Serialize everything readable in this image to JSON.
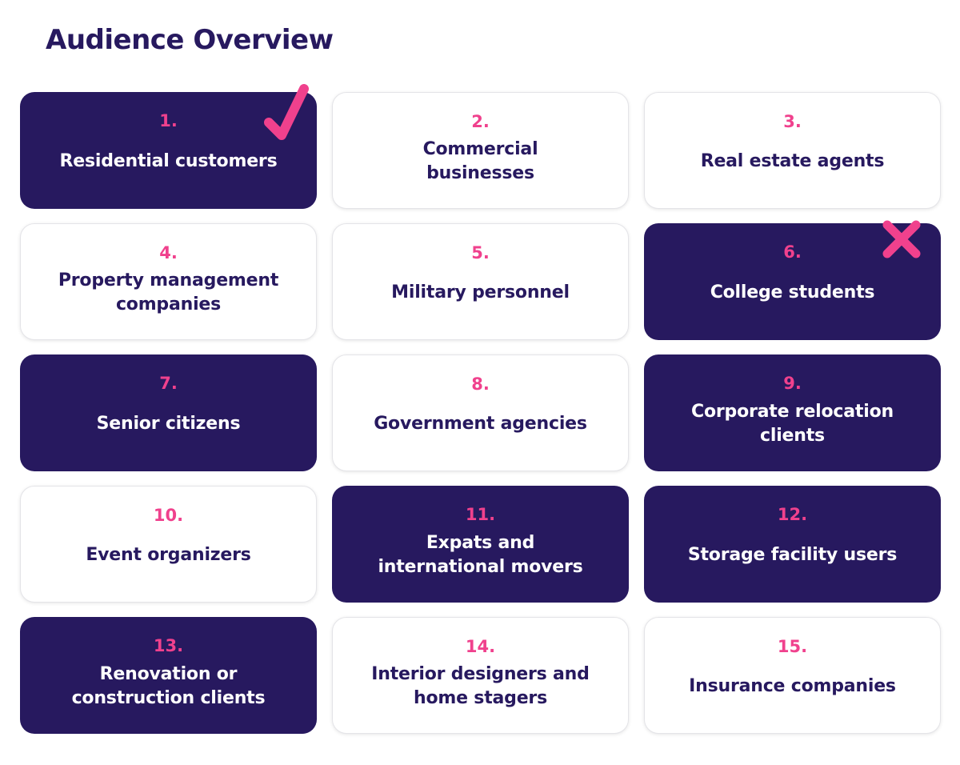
{
  "title": "Audience Overview",
  "colors": {
    "dark_card": "#27195f",
    "light_card": "#ffffff",
    "accent": "#f0418d",
    "title": "#27195f"
  },
  "cards": [
    {
      "number": "1.",
      "label": "Residential customers",
      "theme": "dark",
      "mark": "check-icon"
    },
    {
      "number": "2.",
      "label": "Commercial\nbusinesses",
      "theme": "light"
    },
    {
      "number": "3.",
      "label": "Real estate agents",
      "theme": "light"
    },
    {
      "number": "4.",
      "label": "Property management\ncompanies",
      "theme": "light"
    },
    {
      "number": "5.",
      "label": "Military personnel",
      "theme": "light"
    },
    {
      "number": "6.",
      "label": "College students",
      "theme": "dark",
      "mark": "cross-icon"
    },
    {
      "number": "7.",
      "label": "Senior citizens",
      "theme": "dark"
    },
    {
      "number": "8.",
      "label": "Government agencies",
      "theme": "light"
    },
    {
      "number": "9.",
      "label": "Corporate relocation\nclients",
      "theme": "dark"
    },
    {
      "number": "10.",
      "label": "Event organizers",
      "theme": "light"
    },
    {
      "number": "11.",
      "label": "Expats and\ninternational movers",
      "theme": "dark"
    },
    {
      "number": "12.",
      "label": "Storage facility users",
      "theme": "dark"
    },
    {
      "number": "13.",
      "label": "Renovation or\nconstruction clients",
      "theme": "dark"
    },
    {
      "number": "14.",
      "label": "Interior designers and\nhome stagers",
      "theme": "light"
    },
    {
      "number": "15.",
      "label": "Insurance companies",
      "theme": "light"
    }
  ]
}
